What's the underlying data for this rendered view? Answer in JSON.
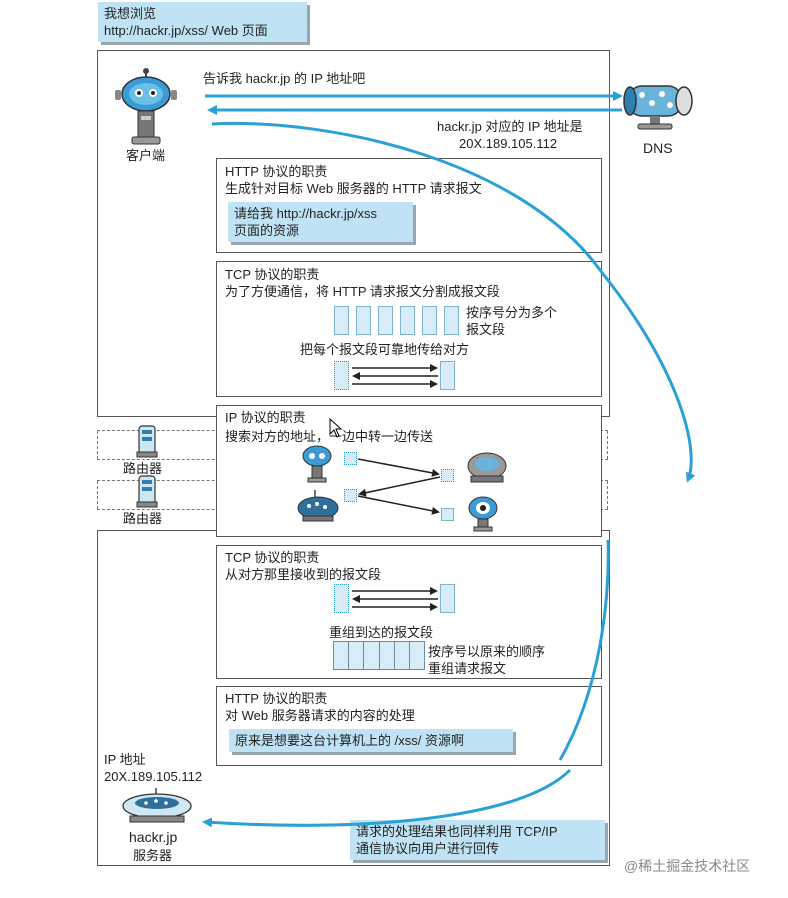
{
  "top_callout": {
    "line1": "我想浏览",
    "line2": "http://hackr.jp/xss/ Web 页面"
  },
  "client": {
    "label": "客户端"
  },
  "dns": {
    "label": "DNS",
    "query": "告诉我 hackr.jp 的 IP 地址吧",
    "answer_line1": "hackr.jp 对应的 IP 地址是",
    "answer_line2": "20X.189.105.112"
  },
  "http_client": {
    "title": "HTTP 协议的职责",
    "desc": "生成针对目标 Web 服务器的 HTTP 请求报文",
    "callout_line1": "请给我 http://hackr.jp/xss",
    "callout_line2": "页面的资源"
  },
  "tcp_client": {
    "title": "TCP 协议的职责",
    "desc": "为了方便通信，将 HTTP 请求报文分割成报文段",
    "note_line1": "按序号分为多个",
    "note_line2": "报文段",
    "desc2": "把每个报文段可靠地传给对方"
  },
  "ip": {
    "title": "IP 协议的职责",
    "desc": "搜索对方的地址，一边中转一边传送"
  },
  "routers": [
    {
      "label": "路由器"
    },
    {
      "label": "路由器"
    }
  ],
  "tcp_server": {
    "title": "TCP 协议的职责",
    "desc": "从对方那里接收到的报文段",
    "desc2": "重组到达的报文段",
    "note_line1": "按序号以原来的顺序",
    "note_line2": "重组请求报文"
  },
  "http_server": {
    "title": "HTTP 协议的职责",
    "desc": "对 Web 服务器请求的内容的处理",
    "callout": "原来是想要这台计算机上的 /xss/ 资源啊"
  },
  "server": {
    "ip_label": "IP 地址",
    "ip_value": "20X.189.105.112",
    "name_line1": "hackr.jp",
    "name_line2": "服务器"
  },
  "bottom_callout": {
    "line1": "请求的处理结果也同样利用 TCP/IP",
    "line2": "通信协议向用户进行回传"
  },
  "watermark": "@稀土掘金技术社区",
  "colors": {
    "arrow_blue": "#2aa0d6",
    "callout_blue": "#bfe3f4",
    "segment_fill": "#d7ecf7"
  }
}
